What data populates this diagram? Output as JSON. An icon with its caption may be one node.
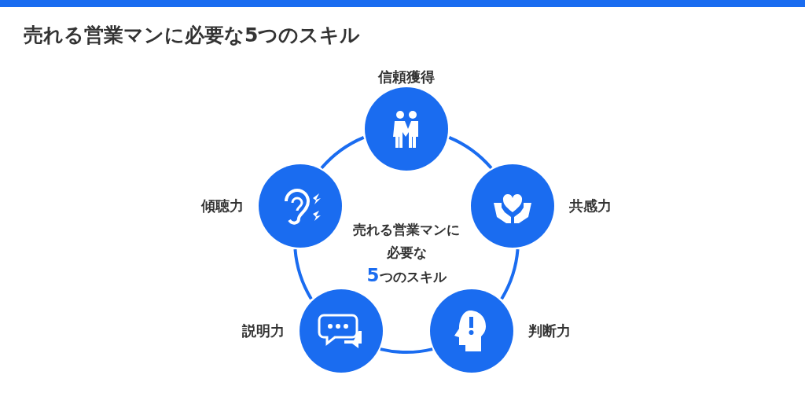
{
  "diagram": {
    "title": "売れる営業マンに必要な5つのスキル",
    "nodes": [
      {
        "text": [],
        "shape": "circle",
        "beside": [
          "信頼獲得"
        ]
      },
      {
        "text": [],
        "shape": "circle",
        "beside": [
          "傾聴力"
        ]
      },
      {
        "text": [],
        "shape": "circle",
        "beside": [
          "共感力"
        ]
      },
      {
        "text": [],
        "shape": "circle",
        "beside": [
          "説明力"
        ]
      },
      {
        "text": [],
        "shape": "circle",
        "beside": [
          "判断力"
        ]
      }
    ],
    "edges": [
      {
        "from": 0,
        "to": 2,
        "arrow": "none"
      },
      {
        "from": 2,
        "to": 4,
        "arrow": "none"
      },
      {
        "from": 4,
        "to": 3,
        "arrow": "none"
      },
      {
        "from": 3,
        "to": 1,
        "arrow": "none"
      },
      {
        "from": 1,
        "to": 0,
        "arrow": "none"
      }
    ],
    "labels": [
      "売れる営業マンに必要な**5**つのスキル"
    ]
  }
}
